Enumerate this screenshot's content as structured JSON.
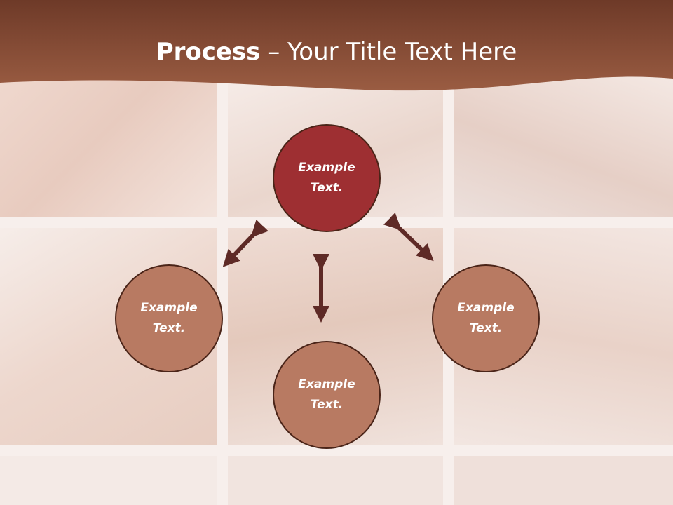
{
  "slide": {
    "title_bold": "Process",
    "title_rest": " – Your Title Text Here"
  },
  "colors": {
    "header": "#8b4e35",
    "node_primary": "#9e2f32",
    "node_secondary": "#b87a62",
    "arrow": "#5e2a26"
  },
  "nodes": {
    "top": "Example\nText.",
    "left": "Example\nText.",
    "right": "Example\nText.",
    "bottom": "Example\nText."
  }
}
